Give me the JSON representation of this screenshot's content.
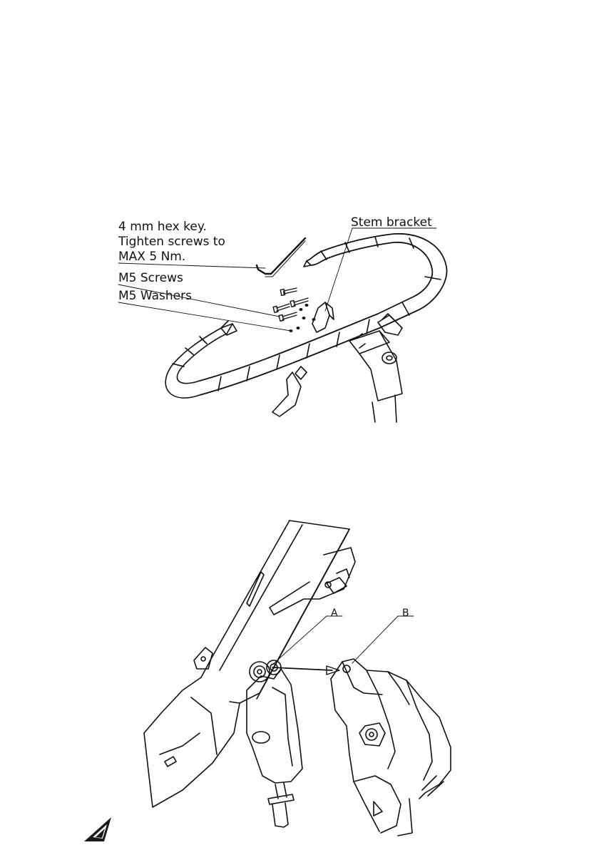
{
  "figure1": {
    "callouts": {
      "hex_key_line1": "4 mm hex key.",
      "hex_key_line2": "Tighten screws to",
      "hex_key_line3": "MAX 5 Nm.",
      "m5_screws": "M5 Screws",
      "m5_washers": "M5 Washers",
      "stem_bracket": "Stem bracket"
    }
  },
  "figure2": {
    "callouts": {
      "point_a": "A",
      "point_b": "B"
    }
  },
  "footer": {
    "logo_icon": "triangle-logo-icon"
  }
}
